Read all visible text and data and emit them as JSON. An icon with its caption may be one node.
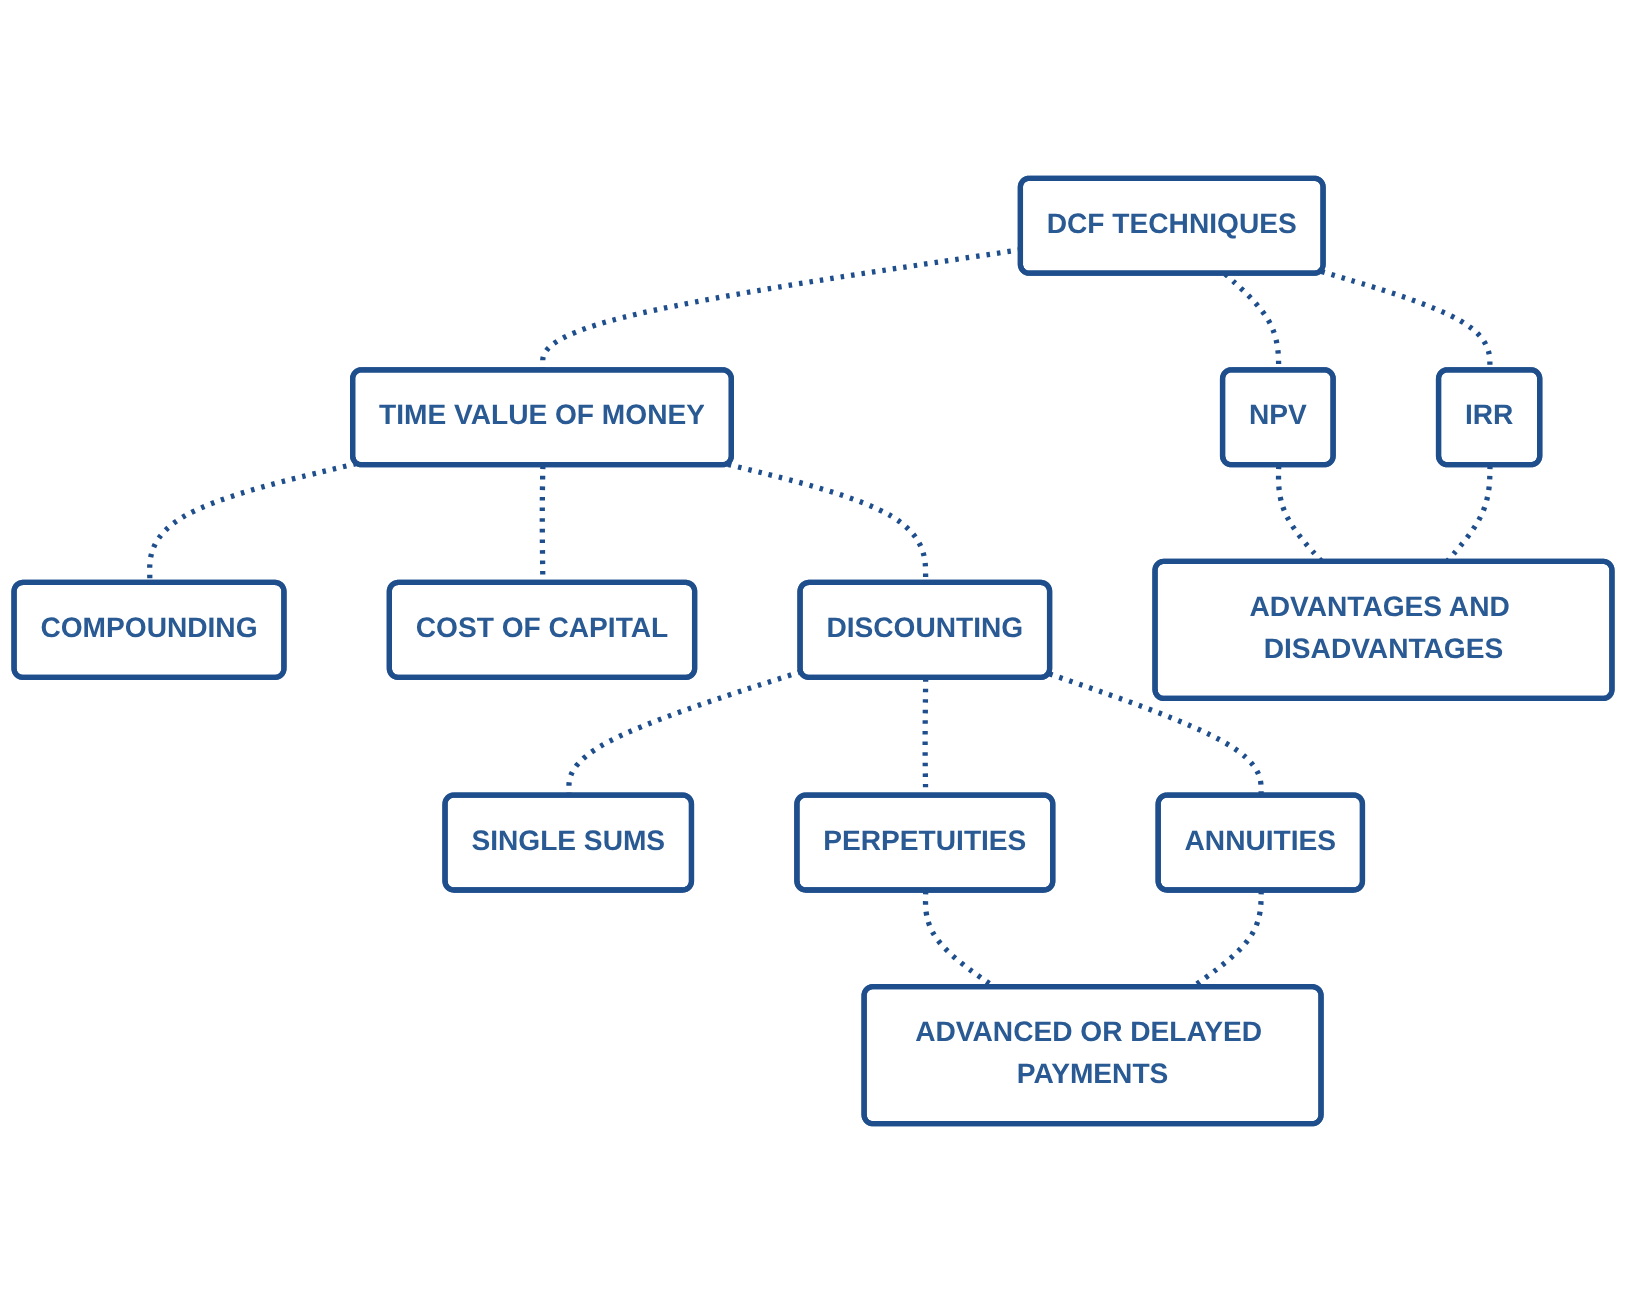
{
  "diagram": {
    "nodes": [
      {
        "text": [
          "DCF TECHNIQUES"
        ]
      },
      {
        "text": [
          "TIME VALUE OF MONEY"
        ]
      },
      {
        "text": [
          "NPV"
        ]
      },
      {
        "text": [
          "IRR"
        ]
      },
      {
        "text": [
          "COMPOUNDING"
        ]
      },
      {
        "text": [
          "COST OF CAPITAL"
        ]
      },
      {
        "text": [
          "ADVANTAGES AND DISADVANTAGES"
        ]
      },
      {
        "text": [
          "DISCOUNTING"
        ]
      },
      {
        "text": [
          "SINGLE SUMS"
        ]
      },
      {
        "text": [
          "PERPETUITIES"
        ]
      },
      {
        "text": [
          "ANNUITIES"
        ]
      },
      {
        "text": [
          "ADVANCED OR DELAYED PAYMENTS"
        ]
      }
    ],
    "edges": [
      {
        "from": 0,
        "to": 1,
        "arrow": "none",
        "style": "dashed"
      },
      {
        "from": 0,
        "to": 2,
        "arrow": "none",
        "style": "dashed"
      },
      {
        "from": 0,
        "to": 3,
        "arrow": "none",
        "style": "dashed"
      },
      {
        "from": 1,
        "to": 4,
        "arrow": "none",
        "style": "dashed"
      },
      {
        "from": 1,
        "to": 5,
        "arrow": "none",
        "style": "dashed"
      },
      {
        "from": 1,
        "to": 7,
        "arrow": "none",
        "style": "dashed"
      },
      {
        "from": 2,
        "to": 6,
        "arrow": "none",
        "style": "dashed"
      },
      {
        "from": 3,
        "to": 6,
        "arrow": "none",
        "style": "dashed"
      },
      {
        "from": 7,
        "to": 8,
        "arrow": "none",
        "style": "dashed"
      },
      {
        "from": 7,
        "to": 9,
        "arrow": "none",
        "style": "dashed"
      },
      {
        "from": 7,
        "to": 10,
        "arrow": "none",
        "style": "dashed"
      },
      {
        "from": 10,
        "to": 11,
        "arrow": "none",
        "style": "dashed"
      },
      {
        "from": 9,
        "to": 11,
        "arrow": "none",
        "style": "dashed"
      }
    ]
  }
}
